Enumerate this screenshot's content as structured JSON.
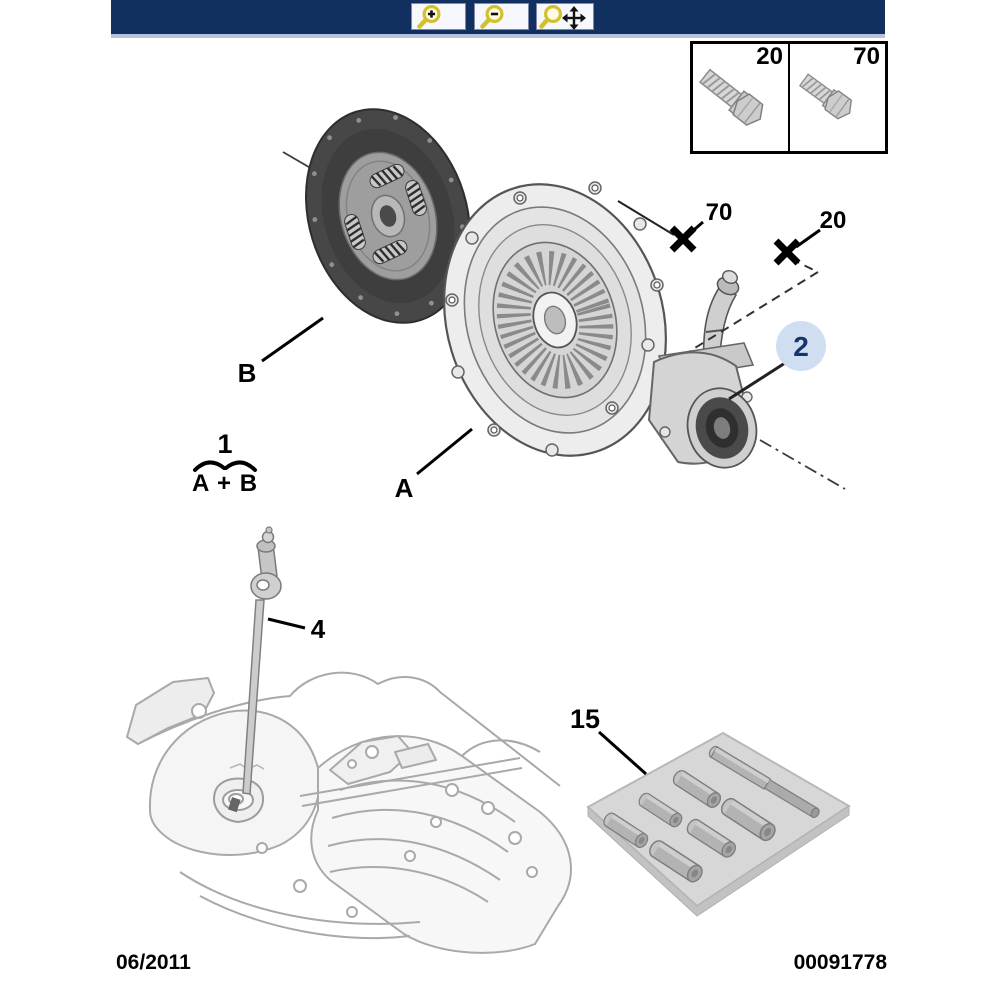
{
  "toolbar": {
    "bg_color": "#11305f",
    "buttons": [
      {
        "name": "zoom-in-button",
        "icon": "magnifier-plus-icon"
      },
      {
        "name": "zoom-out-button",
        "icon": "magnifier-minus-icon"
      },
      {
        "name": "zoom-pan-button",
        "icon": "magnifier-move-icon"
      }
    ]
  },
  "fastener_table": {
    "cells": [
      {
        "label": "20",
        "part": "hex-bolt"
      },
      {
        "label": "70",
        "part": "hex-bolt"
      }
    ]
  },
  "callouts": {
    "bolt_70": "70",
    "bolt_20": "20",
    "slave_cylinder": "2",
    "disc": "B",
    "pressure_plate": "A",
    "kit_number": "1",
    "kit_formula": "A + B",
    "shaft": "4",
    "sleeve_kit": "15"
  },
  "highlight": {
    "circle_fill": "#cfdff1",
    "text_color": "#16356e"
  },
  "footer": {
    "date": "06/2011",
    "document_number": "00091778"
  }
}
